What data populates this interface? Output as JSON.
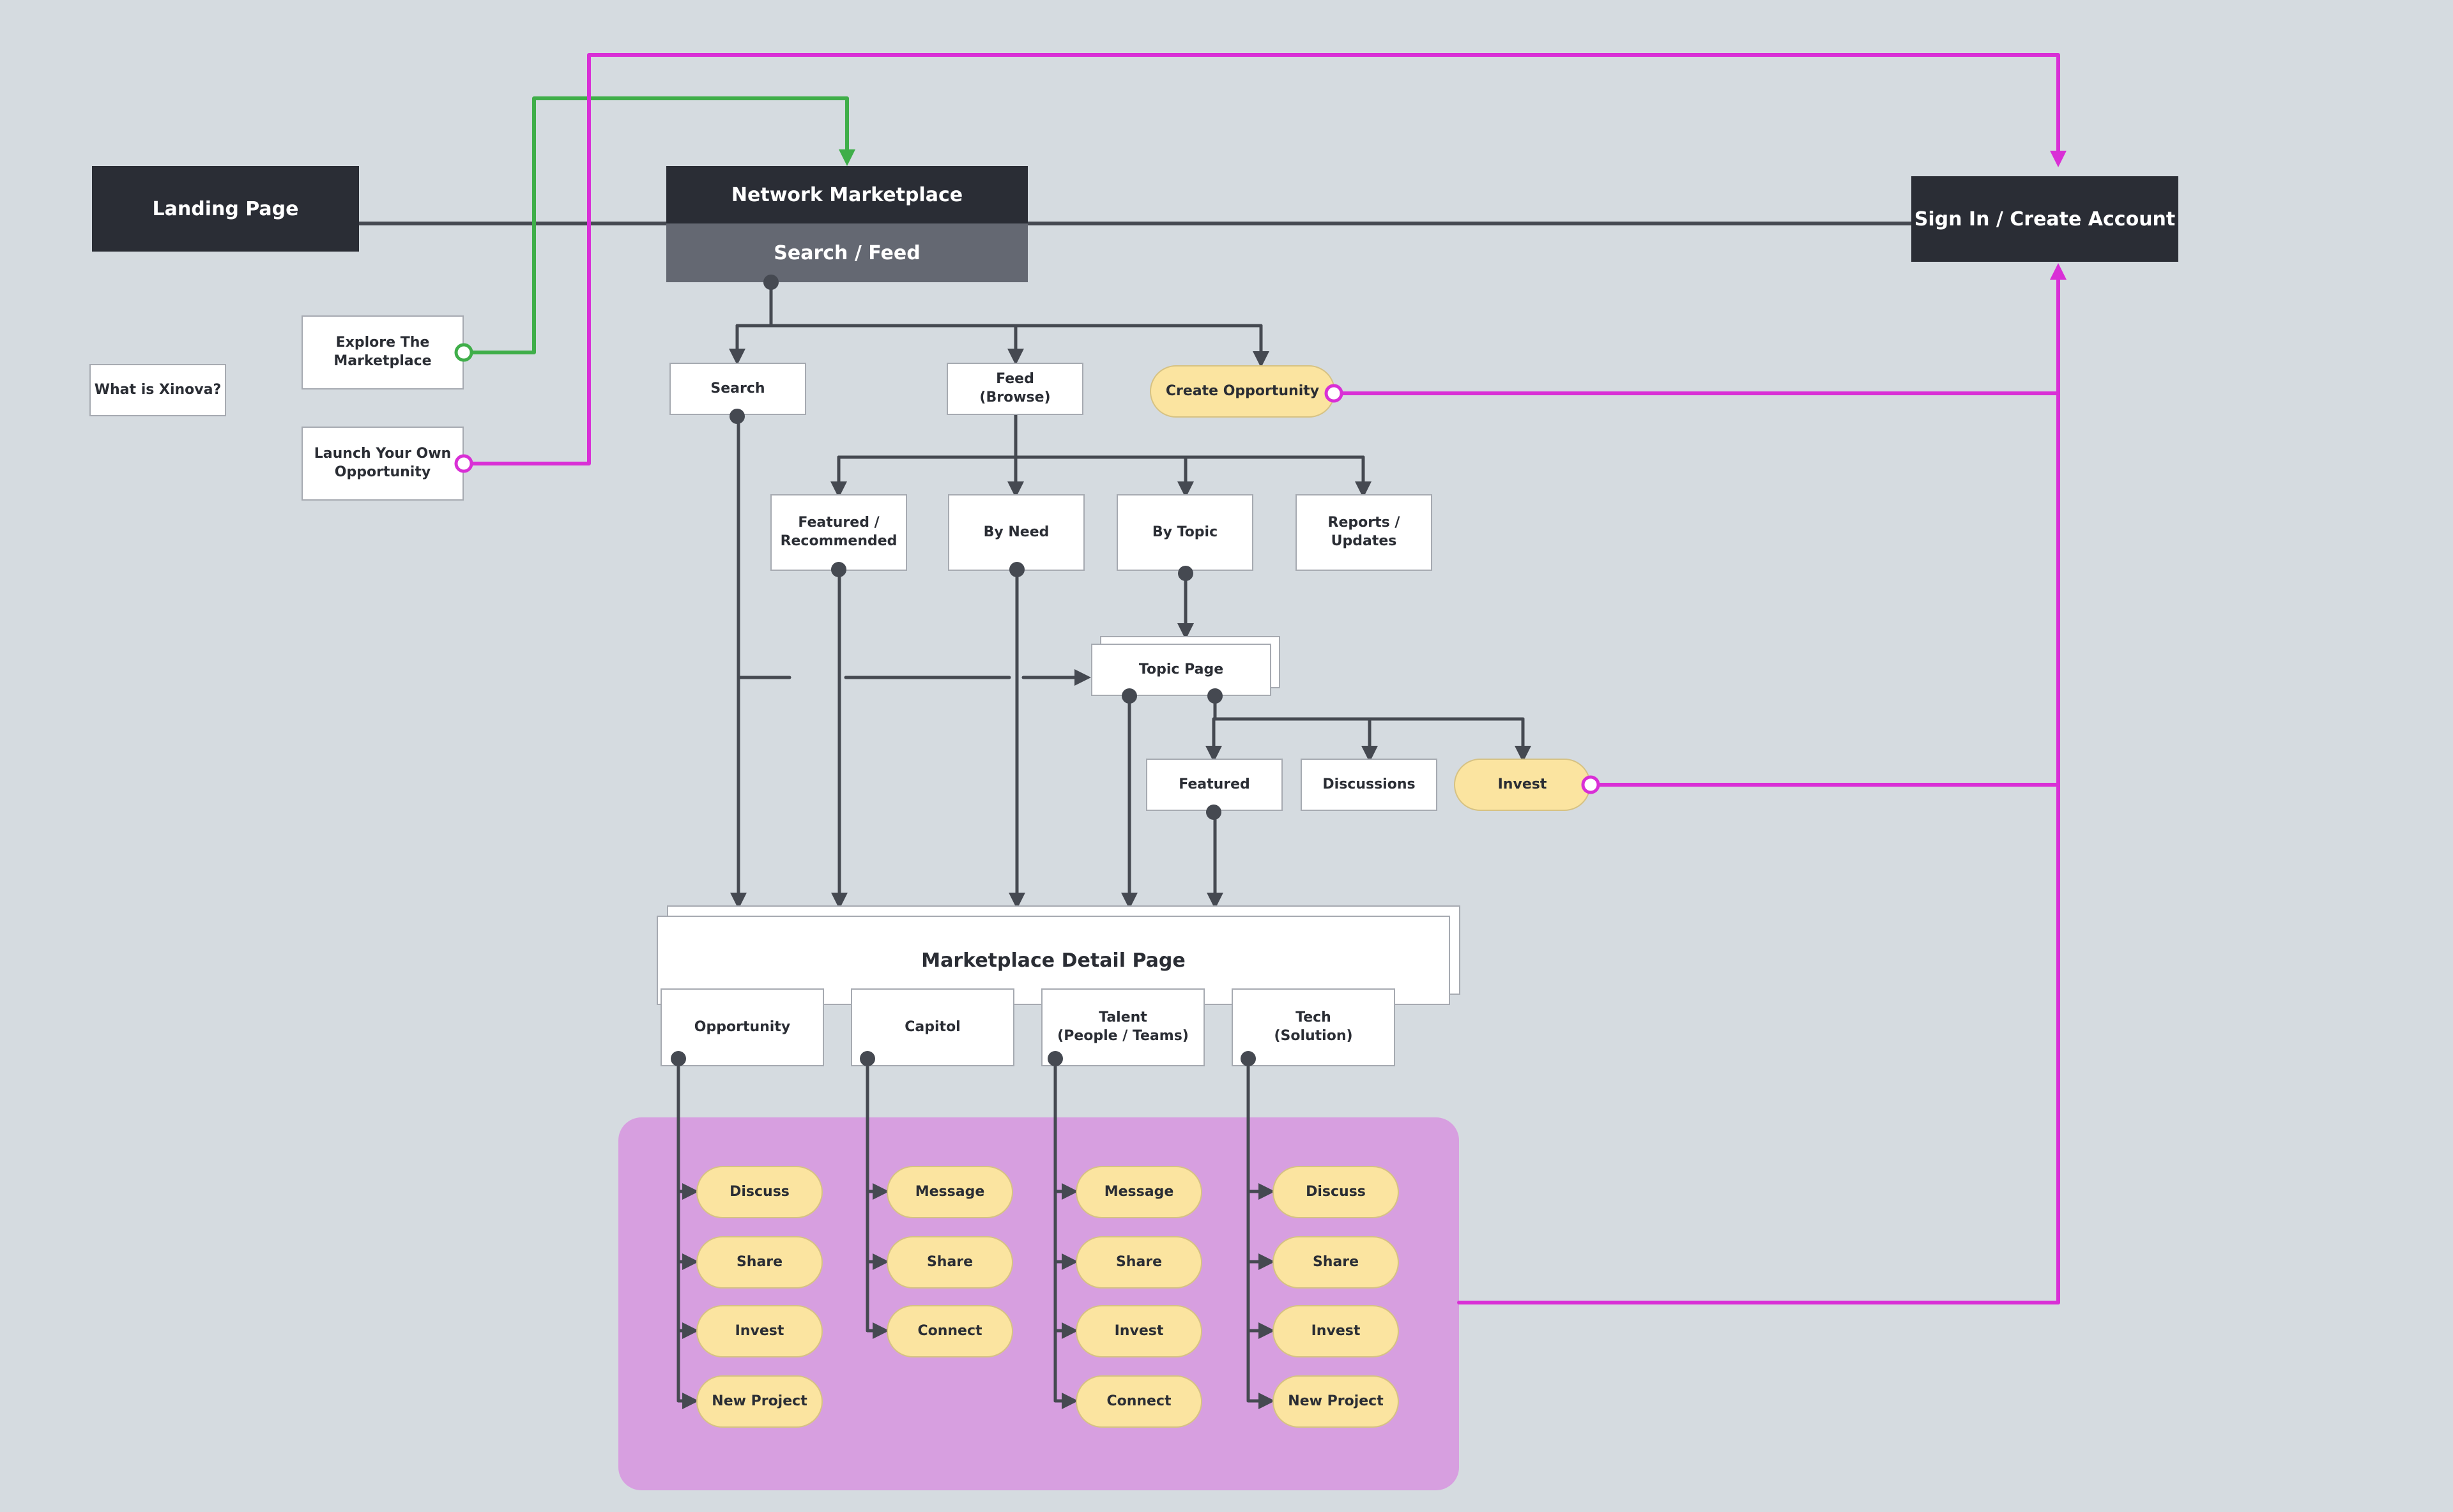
{
  "colors": {
    "background": "#d5dbe0",
    "line": "#454951",
    "green_link": "#3fae49",
    "magenta_link": "#d92fd6",
    "action_pill": "#fbe4a0",
    "action_region": "#d79fe0",
    "dark_node": "#2a2d35",
    "mid_node": "#646872"
  },
  "nodes": {
    "landing": "Landing Page",
    "network": "Network Marketplace",
    "search_feed": "Search / Feed",
    "signin": "Sign In / Create Account",
    "what_is": "What is Xinova?",
    "explore": "Explore The\nMarketplace",
    "launch": "Launch Your Own\nOpportunity",
    "search": "Search",
    "feed": "Feed\n(Browse)",
    "create_opp": "Create Opportunity",
    "featured_rec": "Featured /\nRecommended",
    "by_need": "By Need",
    "by_topic": "By Topic",
    "reports": "Reports / Updates",
    "topic_page": "Topic Page",
    "featured": "Featured",
    "discussions": "Discussions",
    "invest": "Invest",
    "detail": "Marketplace Detail Page",
    "opportunity": "Opportunity",
    "capitol": "Capitol",
    "talent": "Talent\n(People / Teams)",
    "tech": "Tech\n(Solution)"
  },
  "actions": {
    "opportunity": [
      "Discuss",
      "Share",
      "Invest",
      "New Project"
    ],
    "capitol": [
      "Message",
      "Share",
      "Connect"
    ],
    "talent": [
      "Message",
      "Share",
      "Invest",
      "Connect"
    ],
    "tech": [
      "Discuss",
      "Share",
      "Invest",
      "New Project"
    ]
  }
}
